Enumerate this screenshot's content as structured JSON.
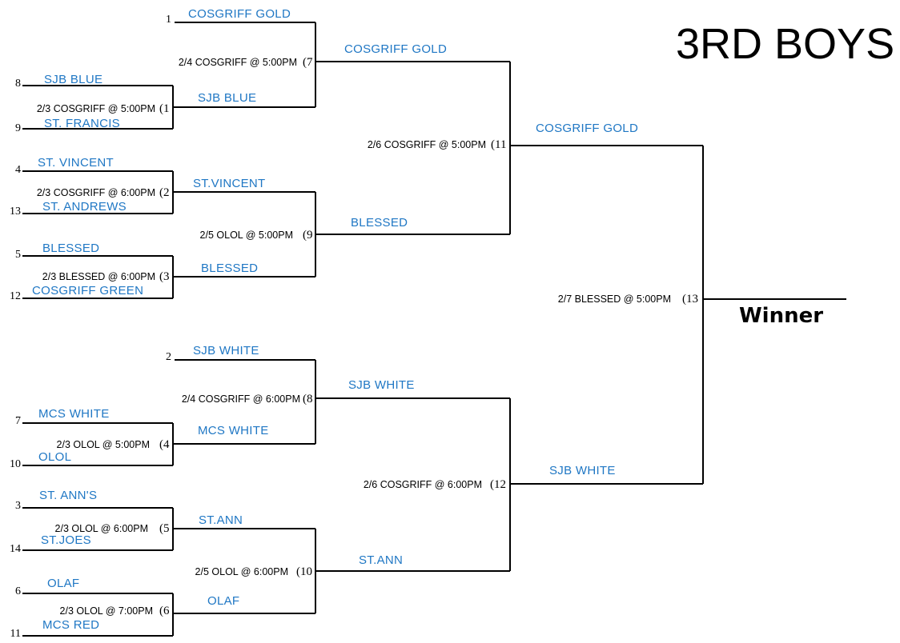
{
  "title": "3RD BOYS",
  "winner_label": "Winner",
  "colors": {
    "team": "#1f77c4",
    "line": "#000000",
    "text": "#000000"
  },
  "seeds": [
    "1",
    "8",
    "9",
    "4",
    "13",
    "5",
    "12",
    "2",
    "7",
    "10",
    "3",
    "14",
    "6",
    "11"
  ],
  "teams": [
    "COSGRIFF GOLD",
    "SJB BLUE",
    "ST. FRANCIS",
    "ST. VINCENT",
    "ST. ANDREWS",
    "BLESSED",
    "COSGRIFF GREEN",
    "SJB WHITE",
    "MCS WHITE",
    "OLOL",
    "ST. ANN'S",
    "ST.JOES",
    "OLAF",
    "MCS RED",
    "SJB BLUE",
    "ST.VINCENT",
    "BLESSED",
    "MCS WHITE",
    "ST.ANN",
    "OLAF",
    "COSGRIFF GOLD",
    "BLESSED",
    "SJB WHITE",
    "ST.ANN",
    "COSGRIFF GOLD",
    "SJB WHITE"
  ],
  "games": [
    {
      "num": "(1",
      "info": "2/3 COSGRIFF @ 5:00PM"
    },
    {
      "num": "(2",
      "info": "2/3 COSGRIFF @ 6:00PM"
    },
    {
      "num": "(3",
      "info": "2/3 BLESSED @ 6:00PM"
    },
    {
      "num": "(4",
      "info": "2/3 OLOL @ 5:00PM"
    },
    {
      "num": "(5",
      "info": "2/3 OLOL @ 6:00PM"
    },
    {
      "num": "(6",
      "info": "2/3 OLOL @ 7:00PM"
    },
    {
      "num": "(7",
      "info": "2/4 COSGRIFF @ 5:00PM"
    },
    {
      "num": "(8",
      "info": "2/4 COSGRIFF @ 6:00PM"
    },
    {
      "num": "(9",
      "info": "2/5 OLOL @ 5:00PM"
    },
    {
      "num": "(10",
      "info": "2/5 OLOL @ 6:00PM"
    },
    {
      "num": "(11",
      "info": "2/6 COSGRIFF @ 5:00PM"
    },
    {
      "num": "(12",
      "info": "2/6 COSGRIFF @ 6:00PM"
    },
    {
      "num": "(13",
      "info": "2/7 BLESSED @ 5:00PM"
    }
  ]
}
